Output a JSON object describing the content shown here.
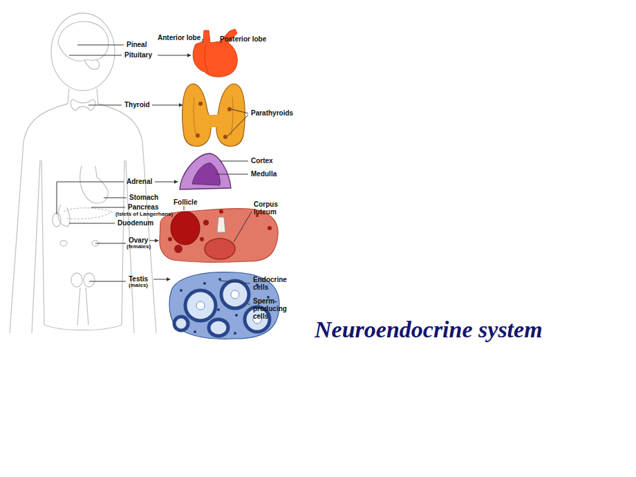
{
  "diagram": {
    "title": "Neuroendocrine system",
    "labels": [
      "Anterior lobe",
      "Posterior lobe",
      "Pineal",
      "Pituitary",
      "Thyroid",
      "Parathyroids",
      "Cortex",
      "Medulla",
      "Adrenal",
      "Stomach",
      "Pancreas",
      "(Islets of Langerhans)",
      "Duodenum",
      "Follicle",
      "Corpus luteum",
      "Ovary",
      "(females)",
      "Testis",
      "(males)",
      "Endocrine cells",
      "Sperm-producing cells"
    ]
  }
}
